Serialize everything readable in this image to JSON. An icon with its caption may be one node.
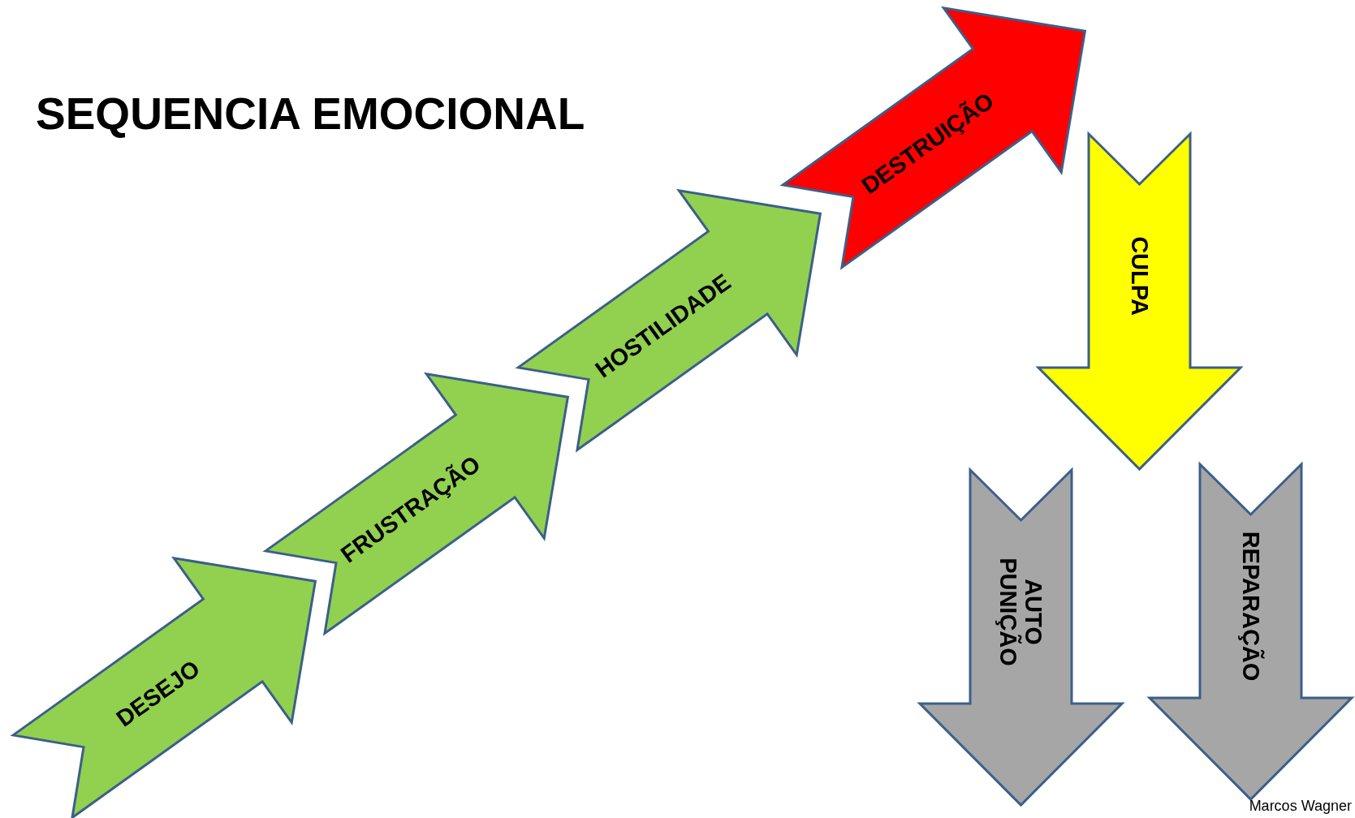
{
  "diagram": {
    "title": "SEQUENCIA EMOCIONAL",
    "nodes": [
      {
        "text": [
          "DESEJO"
        ]
      },
      {
        "text": [
          "FRUSTRAÇÃO"
        ]
      },
      {
        "text": [
          "HOSTILIDADE"
        ]
      },
      {
        "text": [
          "DESTRUIÇÃO"
        ]
      },
      {
        "text": [
          "CULPA"
        ]
      },
      {
        "text": [
          "AUTO PUNIÇÃO"
        ]
      },
      {
        "text": [
          "REPARAÇÃO"
        ]
      }
    ],
    "labels": [
      "Marcos Wagner"
    ]
  }
}
